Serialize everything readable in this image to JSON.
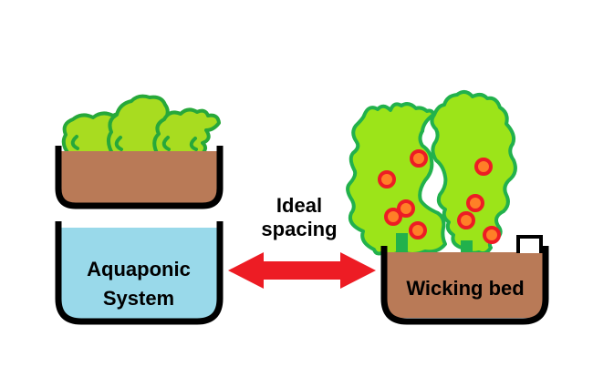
{
  "labels": {
    "aquaponic_system": {
      "line1": "Aquaponic",
      "line2": "System"
    },
    "ideal_spacing": {
      "line1": "Ideal",
      "line2": "spacing"
    },
    "wicking_bed": "Wicking bed"
  },
  "colors": {
    "background": "#ffffff",
    "outline_black": "#000000",
    "soil_brown": "#b97a57",
    "water_blue": "#99d9ea",
    "lettuce_green": "#a8dc20",
    "lettuce_outline_green": "#27a83a",
    "bush_green": "#9ce419",
    "plant_outline_green": "#22b14c",
    "stem_green": "#22b14c",
    "tomato_orange": "#ff7f27",
    "tomato_red_outline": "#ed1c24",
    "arrow_red": "#ed1c24",
    "pipe_white": "#ffffff"
  }
}
